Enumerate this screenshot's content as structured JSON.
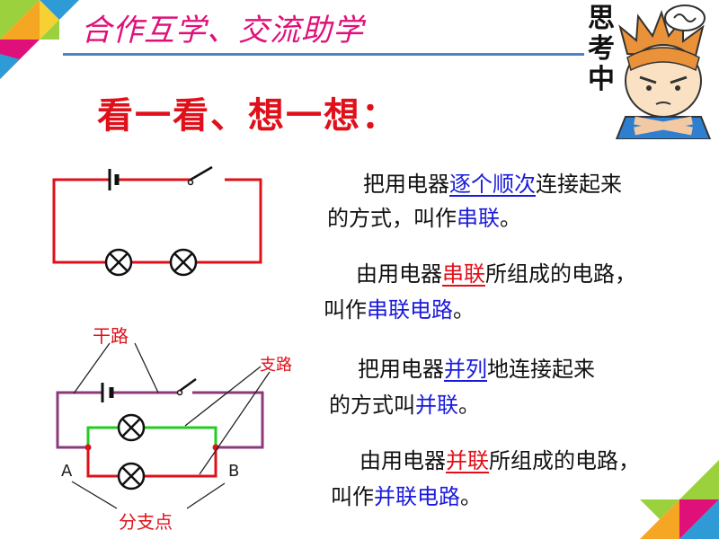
{
  "header": {
    "title": "合作互学、交流助学"
  },
  "heading": "看一看、想一想：",
  "thinker": {
    "caption": [
      "思",
      "考",
      "中"
    ]
  },
  "paragraphs": [
    {
      "line1": {
        "a": "把用电器",
        "b": "逐个顺次",
        "c": "连接起来"
      },
      "line2": {
        "a": "的方式，叫作",
        "b": "串联",
        "c": "。"
      }
    },
    {
      "line1": {
        "a": "由用电器",
        "b": "串联",
        "c": "所组成的电路，"
      },
      "line2": {
        "a": "叫作",
        "b": "串联电路",
        "c": "。"
      }
    },
    {
      "line1": {
        "a": "把用电器",
        "b": "并列",
        "c": "地连接起来"
      },
      "line2": {
        "a": "的方式叫",
        "b": "并联",
        "c": "。"
      }
    },
    {
      "line1": {
        "a": "由用电器",
        "b": "并联",
        "c": "所组成的电路，"
      },
      "line2": {
        "a": "叫作",
        "b": "并联电路",
        "c": "。"
      }
    }
  ],
  "diagram_labels": {
    "main_path": "干路",
    "branch": "支路",
    "node_a": "A",
    "node_b": "B",
    "branch_point": "分支点"
  },
  "colors": {
    "title": "#e0107a",
    "heading": "#e0101a",
    "emphasis_blue": "#1a1adc",
    "emphasis_red": "#e0101a",
    "series_wire": "#e0101a",
    "parallel_outer_wire": "#8b3a7a",
    "parallel_branch_wire": "#22cc22"
  }
}
